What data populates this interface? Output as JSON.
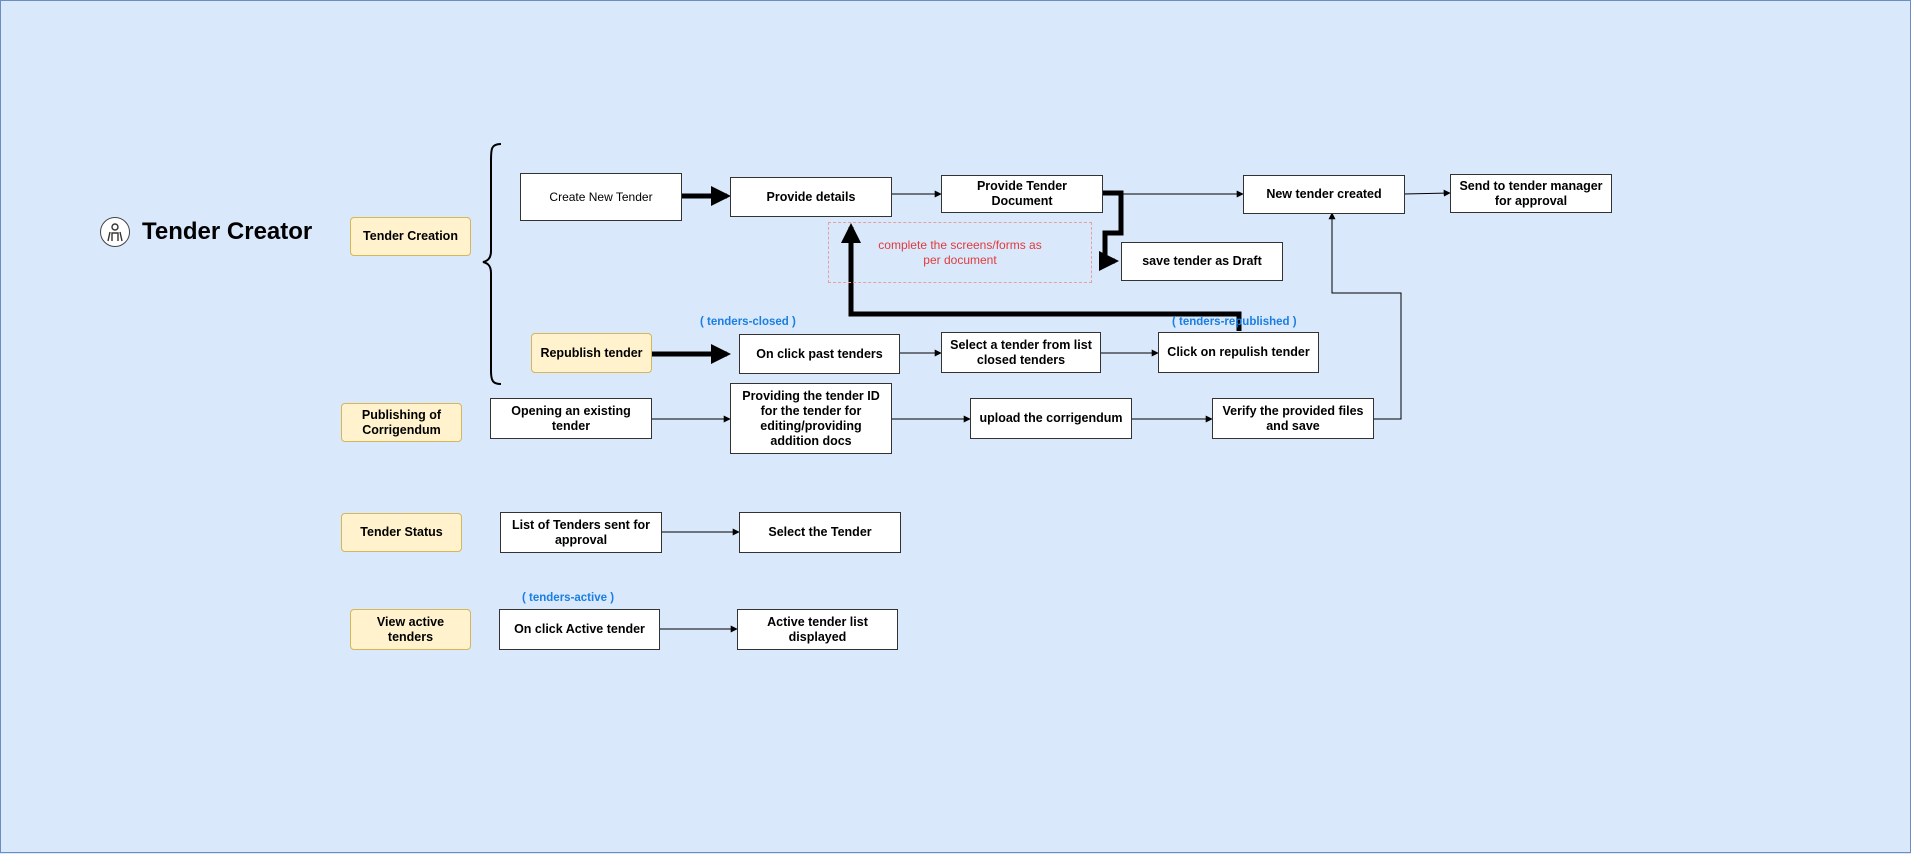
{
  "title": "Tender Creator",
  "categories": {
    "tender_creation": "Tender Creation",
    "republish": "Republish tender",
    "corrigendum": "Publishing of Corrigendum",
    "status": "Tender Status",
    "view_active": "View active tenders"
  },
  "nodes": {
    "create_new": "Create New Tender",
    "provide_details": "Provide  details",
    "provide_document": "Provide Tender Document",
    "new_tender_created": "New tender created",
    "send_to_manager": "Send to tender manager for approval",
    "save_draft": "save tender as Draft",
    "note": "complete the screens/forms as per document",
    "past_tenders": "On click past tenders",
    "select_closed": "Select a tender from list closed tenders",
    "click_republish": "Click on repulish tender",
    "open_existing": "Opening an existing tender",
    "provide_id": "Providing the tender ID for the tender for editing/providing addition docs",
    "upload_corrigendum": "upload the corrigendum",
    "verify_save": "Verify the provided files and save",
    "list_sent": "List of Tenders sent for approval",
    "select_tender": "Select the Tender",
    "click_active": "On click Active tender",
    "active_list": "Active tender list displayed"
  },
  "tags": {
    "closed": "( tenders-closed )",
    "republished": "( tenders-republished )",
    "active": "( tenders-active )"
  },
  "colors": {
    "background": "#dae8fc",
    "category_fill": "#fff2cc",
    "category_border": "#d6b656",
    "note_text": "#e03b3b",
    "tag_text": "#1a7fe0"
  }
}
